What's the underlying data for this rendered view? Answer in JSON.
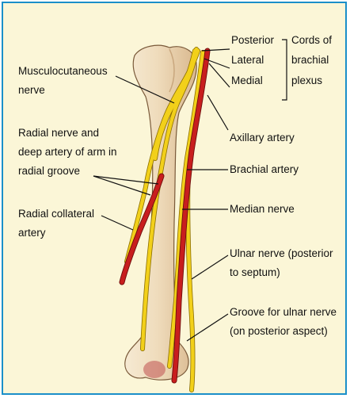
{
  "colors": {
    "background": "#fbf6d7",
    "frame_border": "#1b8fc9",
    "bone": "#eed9b8",
    "nerve": "#f2d01a",
    "artery": "#c81e1e"
  },
  "labels": {
    "posterior": "Posterior",
    "lateral": "Lateral",
    "medial": "Medial",
    "cords_of": "Cords of",
    "brachial": "brachial",
    "plexus": "plexus",
    "musculocutaneous_1": "Musculocutaneous",
    "musculocutaneous_2": "nerve",
    "radial_1": "Radial nerve and",
    "radial_2": "deep artery of arm in",
    "radial_3": "radial groove",
    "radial_collateral_1": "Radial collateral",
    "radial_collateral_2": "artery",
    "axillary_artery": "Axillary artery",
    "brachial_artery": "Brachial artery",
    "median_nerve": "Median nerve",
    "ulnar_1": "Ulnar nerve (posterior",
    "ulnar_2": "to septum)",
    "groove_1": "Groove for ulnar nerve",
    "groove_2": "(on posterior aspect)"
  }
}
